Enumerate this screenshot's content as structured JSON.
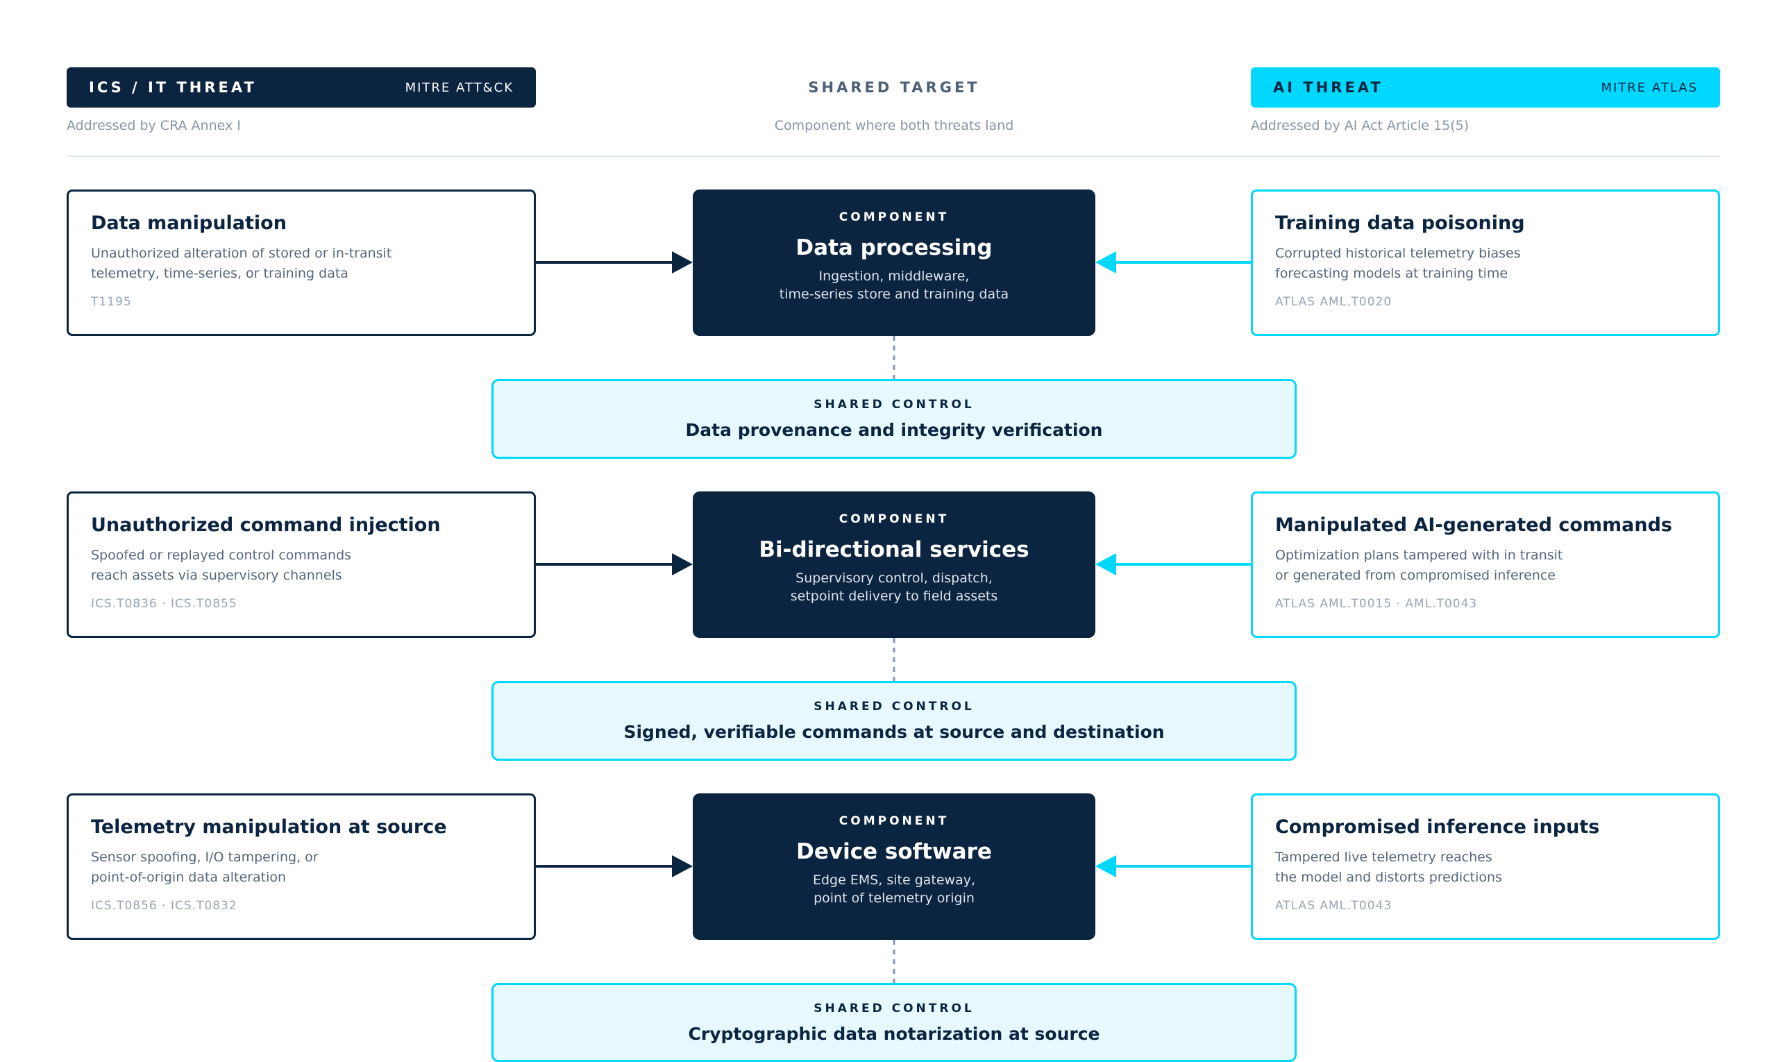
{
  "header": {
    "left": {
      "title": "ICS / IT THREAT",
      "source": "MITRE ATT&CK",
      "subtitle": "Addressed by CRA Annex I"
    },
    "center": {
      "title": "SHARED TARGET",
      "subtitle": "Component where both threats land"
    },
    "right": {
      "title": "AI THREAT",
      "source": "MITRE ATLAS",
      "subtitle": "Addressed by AI Act Article 15(5)"
    }
  },
  "rows": [
    {
      "it": {
        "title": "Data manipulation",
        "desc1": "Unauthorized alteration of stored or in-transit",
        "desc2": "telemetry, time-series, or training data",
        "code": "T1195"
      },
      "component": {
        "eyebrow": "COMPONENT",
        "title": "Data processing",
        "desc1": "Ingestion, middleware,",
        "desc2": "time-series store and training data"
      },
      "ai": {
        "title": "Training data poisoning",
        "desc1": "Corrupted historical telemetry biases",
        "desc2": "forecasting models at training time",
        "code": "ATLAS AML.T0020"
      },
      "control": {
        "eyebrow": "SHARED CONTROL",
        "title": "Data provenance and integrity verification"
      }
    },
    {
      "it": {
        "title": "Unauthorized command injection",
        "desc1": "Spoofed or replayed control commands",
        "desc2": "reach assets via supervisory channels",
        "code": "ICS.T0836 · ICS.T0855"
      },
      "component": {
        "eyebrow": "COMPONENT",
        "title": "Bi-directional services",
        "desc1": "Supervisory control, dispatch,",
        "desc2": "setpoint delivery to field assets"
      },
      "ai": {
        "title": "Manipulated AI-generated commands",
        "desc1": "Optimization plans tampered with in transit",
        "desc2": "or generated from compromised inference",
        "code": "ATLAS AML.T0015 · AML.T0043"
      },
      "control": {
        "eyebrow": "SHARED CONTROL",
        "title": "Signed, verifiable commands at source and destination"
      }
    },
    {
      "it": {
        "title": "Telemetry manipulation at source",
        "desc1": "Sensor spoofing, I/O tampering, or",
        "desc2": "point-of-origin data alteration",
        "code": "ICS.T0856 · ICS.T0832"
      },
      "component": {
        "eyebrow": "COMPONENT",
        "title": "Device software",
        "desc1": "Edge EMS, site gateway,",
        "desc2": "point of telemetry origin"
      },
      "ai": {
        "title": "Compromised inference inputs",
        "desc1": "Tampered live telemetry reaches",
        "desc2": "the model and distorts predictions",
        "code": "ATLAS AML.T0043"
      },
      "control": {
        "eyebrow": "SHARED CONTROL",
        "title": "Cryptographic data notarization at source"
      }
    }
  ],
  "colors": {
    "navy": "#0b2440",
    "cyan": "#00d8ff",
    "control_fill": "#e6f9ff"
  }
}
